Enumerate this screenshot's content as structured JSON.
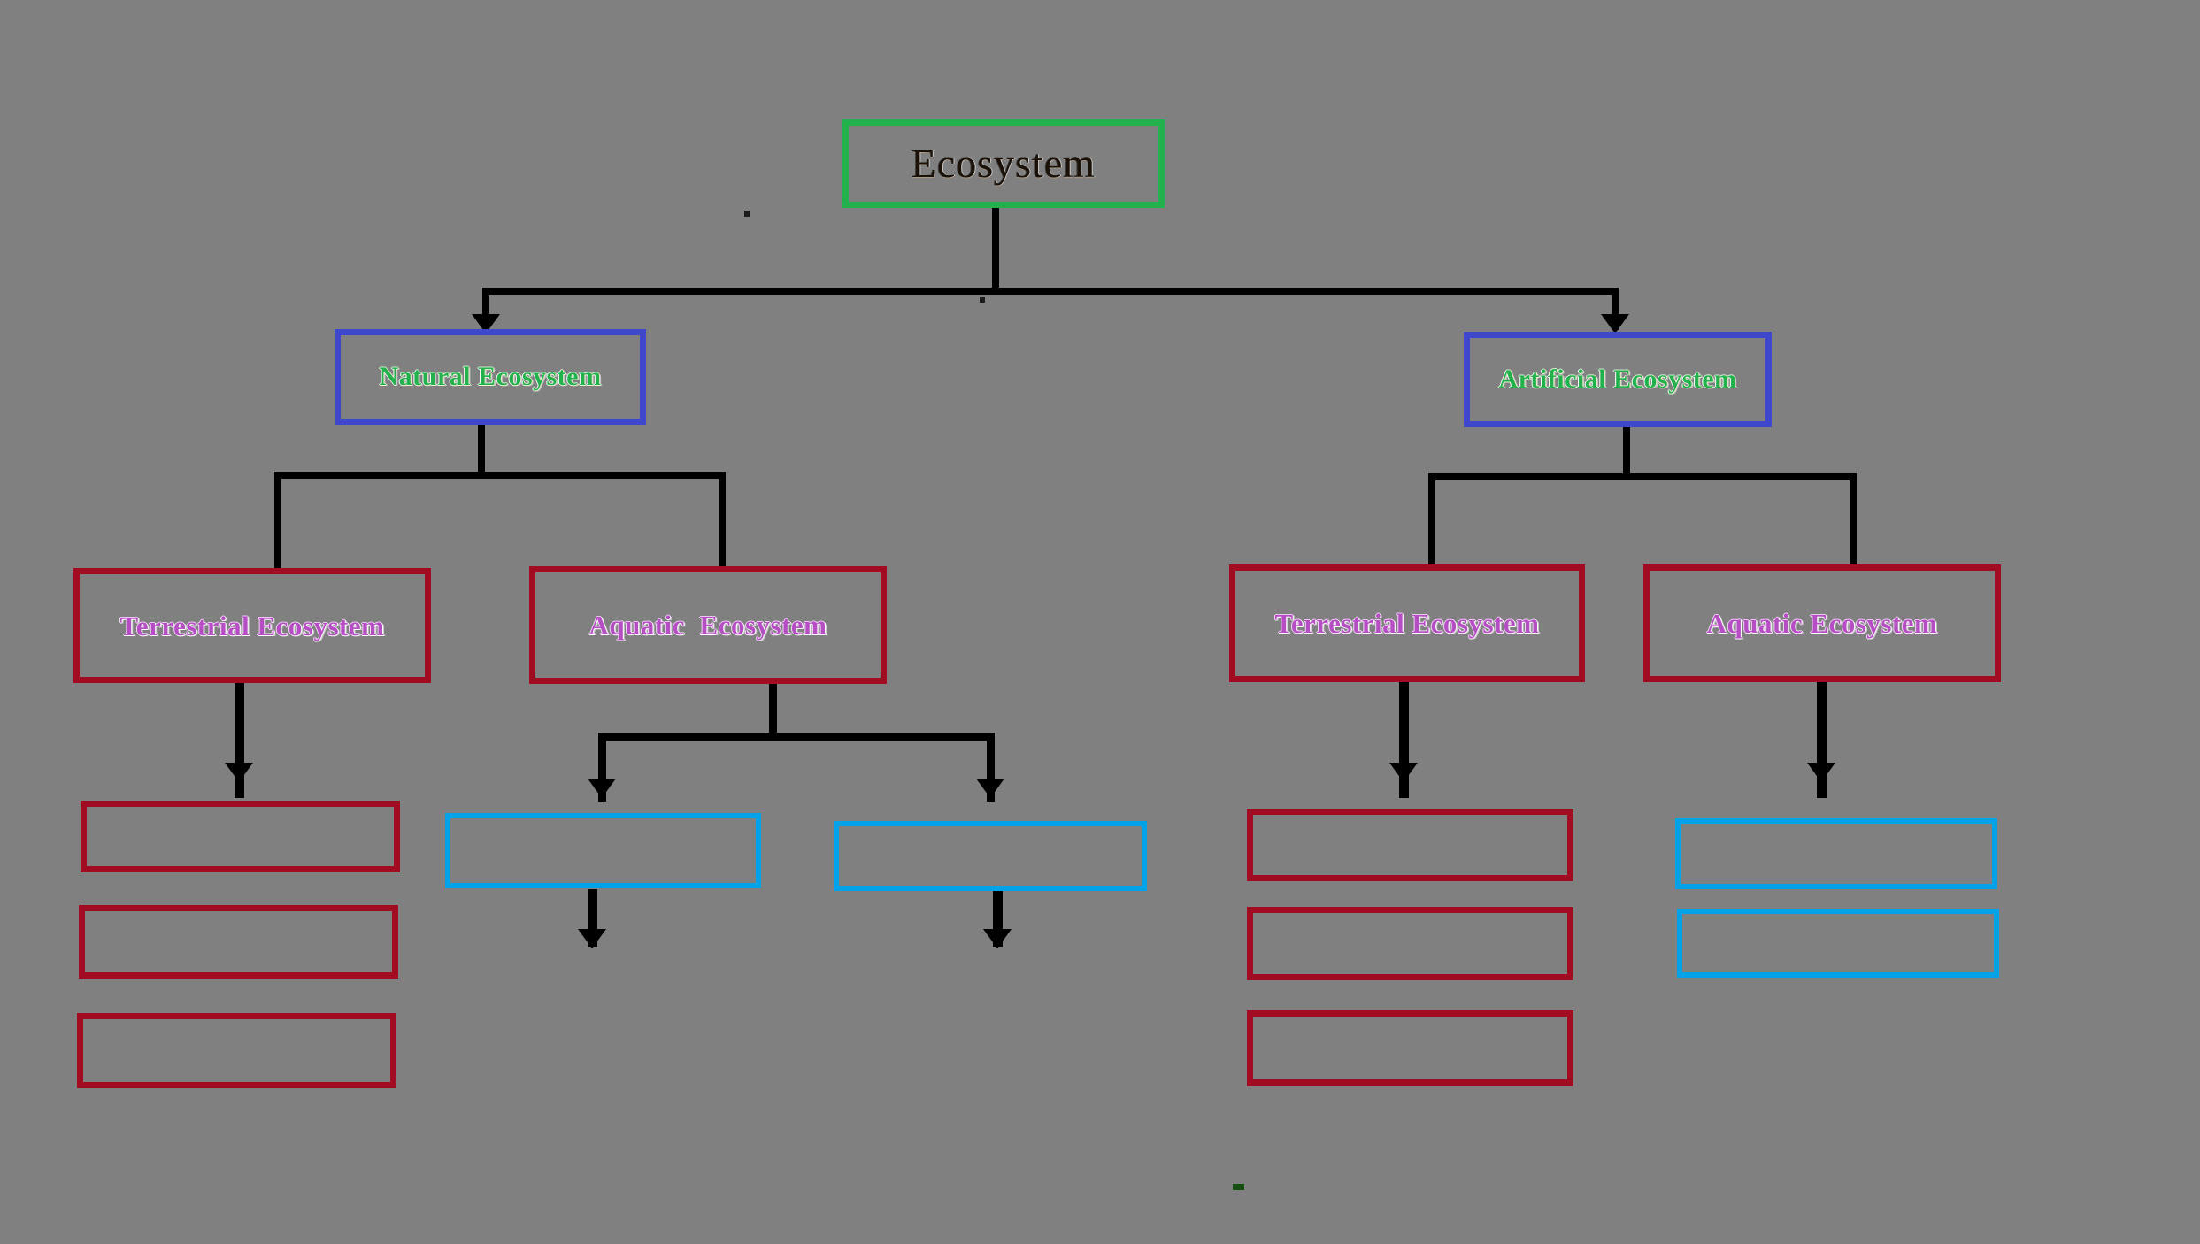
{
  "diagram": {
    "title": "Ecosystem classification tree",
    "background_color": "#808080",
    "palette": {
      "root_border": "#22b14c",
      "level2_border": "#3f48cc",
      "level2_text": "#22b14c",
      "level3_border": "#a20c22",
      "level3_text": "#b44ec2",
      "leaf_cyan_border": "#00a2e8",
      "connector": "#000000"
    },
    "nodes": {
      "root": {
        "label": "Ecosystem"
      },
      "natural": {
        "label": "Natural Ecosystem"
      },
      "artificial": {
        "label": "Artificial Ecosystem"
      },
      "natural_terrestrial": {
        "label": "Terrestrial Ecosystem"
      },
      "natural_aquatic": {
        "label": "Aquatic  Ecosystem"
      },
      "artificial_terrestrial": {
        "label": "Terrestrial Ecosystem"
      },
      "artificial_aquatic": {
        "label": "Aquatic Ecosystem"
      }
    },
    "empty_boxes": {
      "natural_terrestrial_children": [
        "",
        "",
        ""
      ],
      "natural_aquatic_children": [
        "",
        ""
      ],
      "artificial_terrestrial_children": [
        "",
        "",
        ""
      ],
      "artificial_aquatic_children": [
        "",
        ""
      ]
    }
  }
}
